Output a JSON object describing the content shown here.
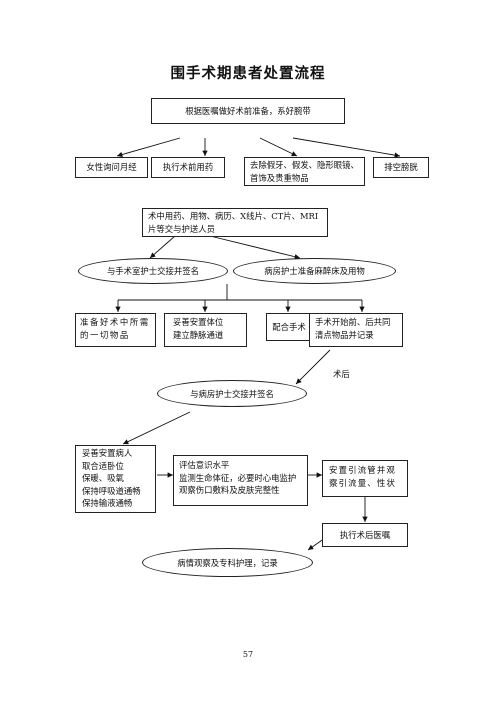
{
  "title": "围手术期患者处置流程",
  "page_number": "57",
  "nodes": {
    "top": "根据医嘱做好术前准备，系好腕带",
    "female": "女性询问月经",
    "premed": "执行术前用药",
    "remove_lines": [
      "去除假牙、假发、隐形眼镜、",
      "首饰及贵重物品"
    ],
    "bladder": "排空膀胱",
    "handover_lines": [
      "术中用药、用物、病历、X线片、CT片、MRI",
      "片等交与护送人员"
    ],
    "ell_or": "与手术室护士交接并签名",
    "ell_ward": "病房护士准备麻醉床及用物",
    "prep_lines": [
      "准备好术中所需",
      "的一切物品"
    ],
    "position_lines": [
      "妥善安置体位",
      "建立静脉通道"
    ],
    "assist": "配合手术",
    "count_lines": [
      "手术开始前、后共同",
      "清点物品并记录"
    ],
    "postop_label": "术后",
    "ell_handover": "与病房护士交接并签名",
    "care_lines": [
      "妥善安置病人",
      "取合适卧位",
      "保暖、吸氧",
      "保持呼吸道通畅",
      "保持输液通畅"
    ],
    "assess_lines": [
      "评估意识水平",
      "监测生命体征，必要时心电监护",
      "观察伤口敷料及皮肤完整性"
    ],
    "drain_lines": [
      "安置引流管并观",
      "察引流量、性状"
    ],
    "orders": "执行术后医嘱",
    "ell_observe": "病情观察及专科护理，记录"
  }
}
